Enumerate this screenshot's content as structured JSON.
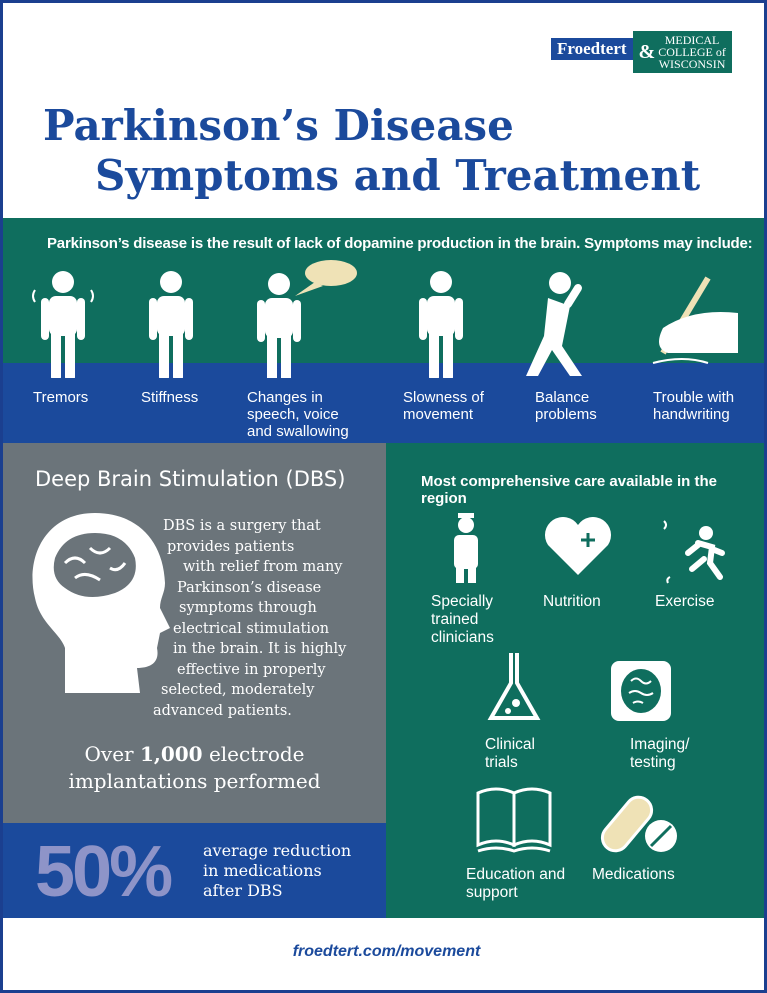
{
  "logo": {
    "left": "Froedtert",
    "amp": "&",
    "right": [
      "MEDICAL",
      "COLLEGE of",
      "WISCONSIN"
    ]
  },
  "title": [
    "Parkinson’s Disease",
    "Symptoms and Treatment"
  ],
  "intro": "Parkinson’s disease is the result of lack of dopamine production in the brain. Symptoms may include:",
  "symptoms": [
    {
      "label": "Tremors",
      "icon": "tremor-person-icon"
    },
    {
      "label": "Stiffness",
      "icon": "stiff-person-icon"
    },
    {
      "label": "Changes in speech, voice and swallowing",
      "icon": "speech-bubble-person-icon"
    },
    {
      "label": "Slowness of movement",
      "icon": "slow-person-icon"
    },
    {
      "label": "Balance problems",
      "icon": "falling-person-icon"
    },
    {
      "label": "Trouble with handwriting",
      "icon": "hand-pen-icon"
    }
  ],
  "dbs": {
    "title": "Deep Brain Stimulation (DBS)",
    "text": [
      "DBS is a surgery that",
      "provides patients",
      "with relief from many",
      "Parkinson’s disease",
      "symptoms through",
      "electrical stimulation",
      "in the brain. It is highly",
      "effective in properly",
      "selected, moderately",
      "advanced patients."
    ],
    "implant_pre": "Over ",
    "implant_num": "1,000",
    "implant_post": " electrode",
    "implant_line2": "implantations performed",
    "percent": "50%",
    "reduction": [
      "average reduction",
      "in medications",
      "after DBS"
    ]
  },
  "care": {
    "title": "Most comprehensive care available in the region",
    "items": [
      {
        "label": "Specially trained clinicians",
        "icon": "clinician-icon"
      },
      {
        "label": "Nutrition",
        "icon": "heart-plus-icon"
      },
      {
        "label": "Exercise",
        "icon": "running-person-icon"
      },
      {
        "label": "Clinical trials",
        "icon": "flask-icon"
      },
      {
        "label": "Imaging/ testing",
        "icon": "brain-scan-icon"
      },
      {
        "label": "Education and support",
        "icon": "open-book-icon"
      },
      {
        "label": "Medications",
        "icon": "pills-icon"
      }
    ]
  },
  "footer": "froedtert.com/movement",
  "colors": {
    "blue": "#1b4a9c",
    "green": "#0f6e5e",
    "gray": "#6b747a",
    "percent": "#8e94c8"
  }
}
